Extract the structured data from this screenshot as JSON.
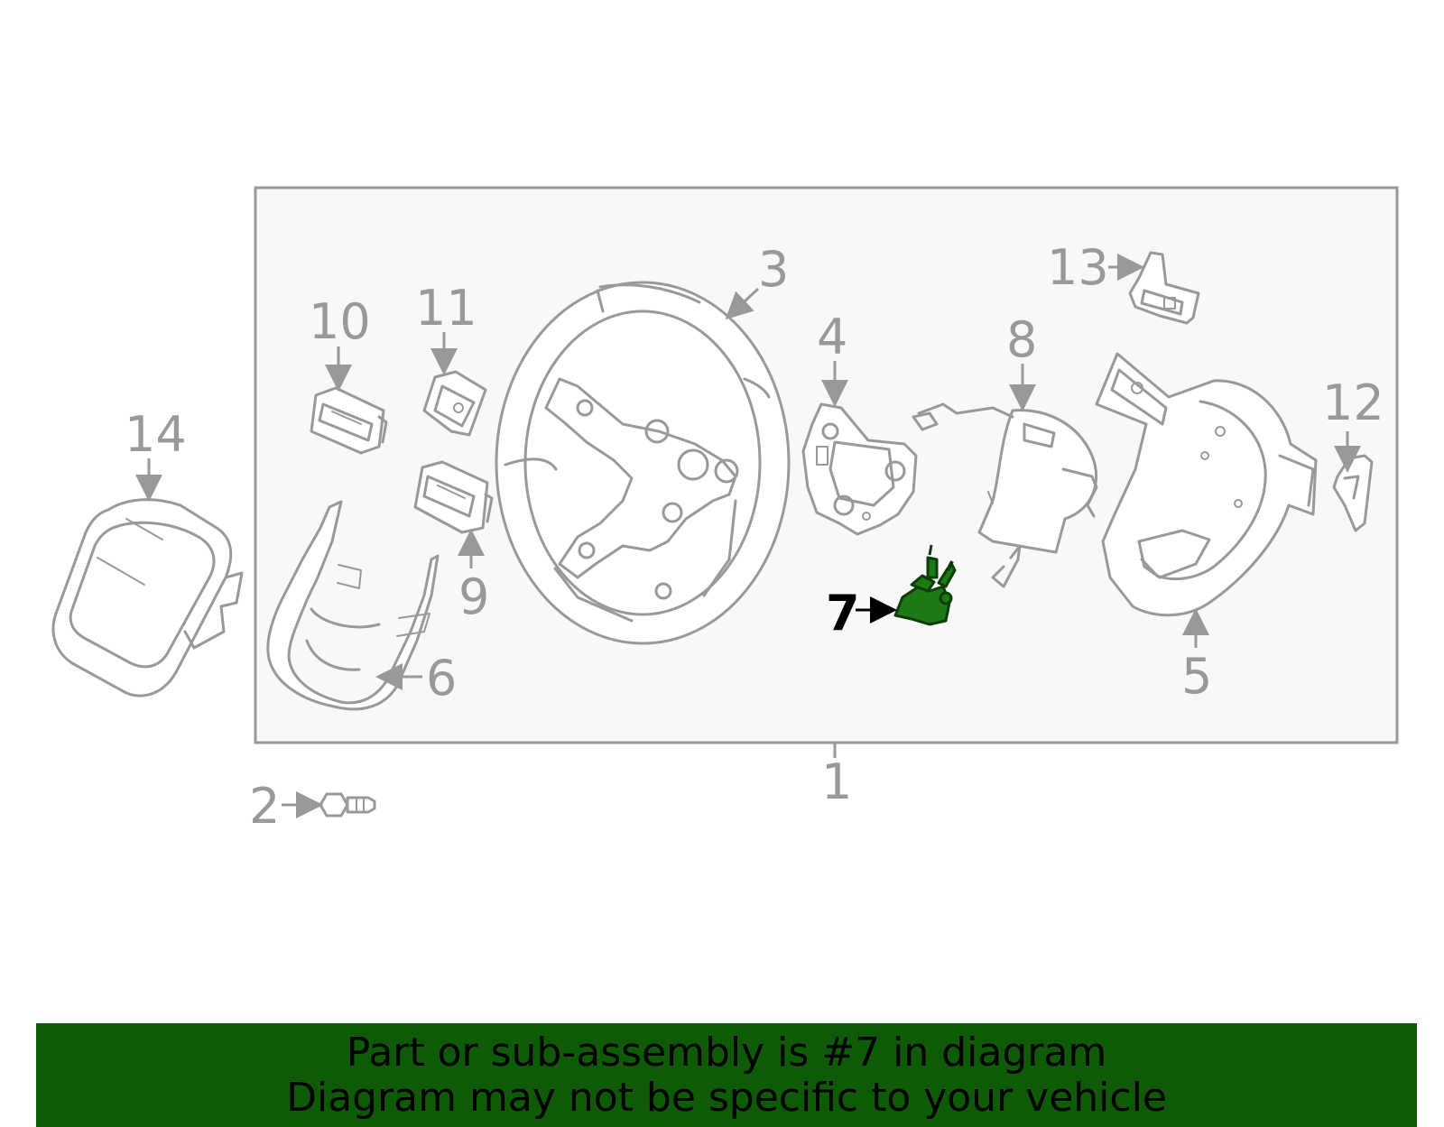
{
  "diagram": {
    "callouts": {
      "c1": "1",
      "c2": "2",
      "c3": "3",
      "c4": "4",
      "c5": "5",
      "c6": "6",
      "c7": "7",
      "c8": "8",
      "c9": "9",
      "c10": "10",
      "c11": "11",
      "c12": "12",
      "c13": "13",
      "c14": "14"
    },
    "highlighted_part": "7",
    "colors": {
      "line_art": "#999999",
      "highlight": "#1e7a14",
      "banner": "#0f5a07",
      "panel": "#f8f8f8"
    }
  },
  "banner": {
    "line1": "Part or sub-assembly is #7 in diagram",
    "line2": "Diagram may not be specific to your vehicle"
  }
}
